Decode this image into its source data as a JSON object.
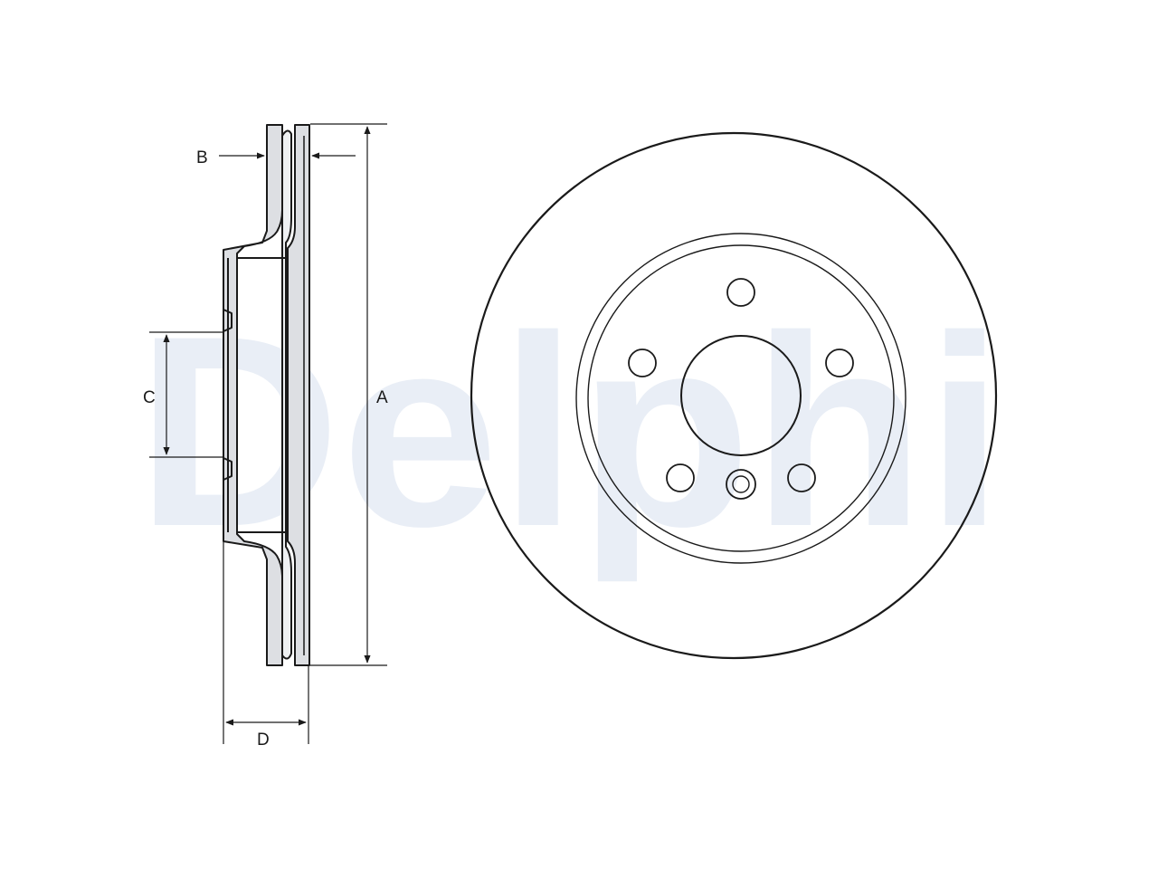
{
  "watermark": {
    "text": "Delphi"
  },
  "dimensions": {
    "A": {
      "label": "A"
    },
    "B": {
      "label": "B"
    },
    "C": {
      "label": "C"
    },
    "D": {
      "label": "D"
    }
  },
  "colors": {
    "line": "#1a1a1a",
    "fill": "#dddfe3",
    "watermark": "#e9eef6",
    "background": "#ffffff"
  }
}
